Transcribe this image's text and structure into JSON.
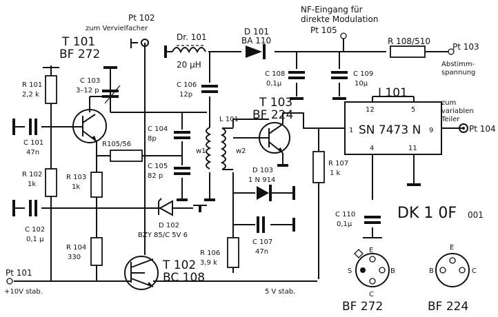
{
  "labels": {
    "t101_ref": "T 101",
    "t101_type": "BF 272",
    "t102_ref": "T 102",
    "t102_type": "BC 108",
    "t103_ref": "T 103",
    "t103_type": "BF 224",
    "pt102_ref": "Pt 102",
    "pt102_desc": "zum Vervielfacher",
    "nf_desc1": "NF-Eingang für",
    "nf_desc2": "direkte Modulation",
    "pt105_ref": "Pt 105",
    "pt103_ref": "Pt 103",
    "pt103_desc1": "Abstimm-",
    "pt103_desc2": "spannung",
    "pt104_desc1": "zum",
    "pt104_desc2": "variablen",
    "pt104_desc3": "Teiler",
    "pt104_ref": "Pt 104",
    "pt101_ref": "Pt 101",
    "pt101_desc": "+10V stab.",
    "supply_5v": "5 V stab.",
    "dr101_ref": "Dr. 101",
    "dr101_val": "20 µH",
    "d101_ref": "D 101",
    "d101_type": "BA 110",
    "r108_ref": "R 108/510",
    "c108_ref": "C 108",
    "c108_val": "0,1µ",
    "c109_ref": "C 109",
    "c109_val": "10µ",
    "r101_ref": "R 101",
    "r101_val": "2,2 k",
    "c103_ref": "C 103",
    "c103_val": "3–12 p",
    "c106_ref": "C 106",
    "c106_val": "12p",
    "c101_ref": "C 101",
    "c101_val": "47n",
    "c104_ref": "C 104",
    "c104_val": "8p",
    "r105_ref": "R105/56",
    "c105_ref": "C 105",
    "c105_val": "82 p",
    "l101_ref": "L 101",
    "w1": "w1",
    "w2": "w2",
    "r102_ref": "R 102",
    "r102_val": "1k",
    "r103_ref": "R 103",
    "r103_val": "1k",
    "d103_ref": "D 103",
    "d103_type": "1 N 914",
    "r107_ref": "R 107",
    "r107_val": "1 k",
    "c102_ref": "C 102",
    "c102_val": "0,1 µ",
    "d102_ref": "D 102",
    "d102_type": "BZY 85/C 5V 6",
    "c110_ref": "C 110",
    "c110_val": "0,1µ",
    "r104_ref": "R 104",
    "r104_val": "330",
    "r106_ref": "R 106",
    "r106_val": "3,9 k",
    "c107_ref": "C 107",
    "c107_val": "47n",
    "i101_ref": "I 101",
    "i101_type": "SN 7473 N",
    "pin1": "1",
    "pin4": "4",
    "pin5": "5",
    "pin9": "9",
    "pin11": "11",
    "pin12": "12",
    "dk_code_main": "DK 1 0F",
    "dk_code_sub": "001",
    "pin_e": "E",
    "pin_s": "S",
    "pin_b": "B",
    "pin_c": "C",
    "pin2_e": "E",
    "pin2_b": "B",
    "pin2_c": "C",
    "pinout1_label": "BF  272",
    "pinout2_label": "BF 224"
  }
}
